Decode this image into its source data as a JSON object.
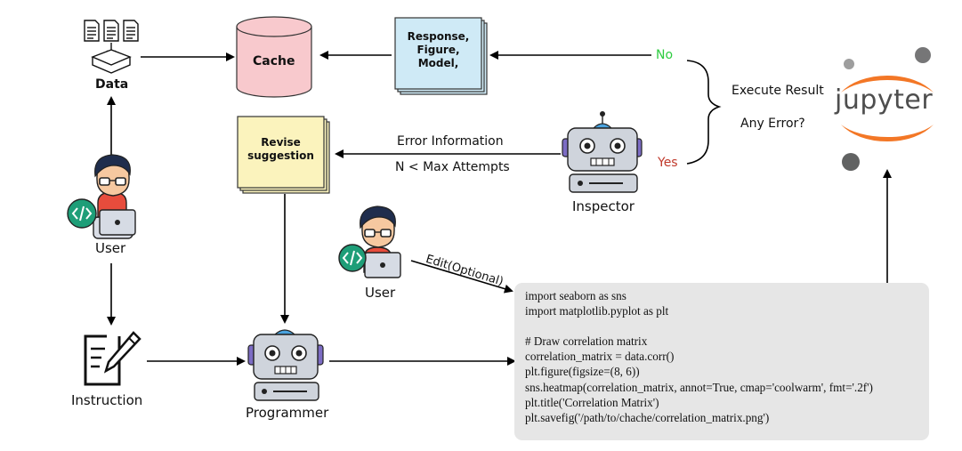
{
  "nodes": {
    "data": "Data",
    "cache": "Cache",
    "user_top": "User",
    "user_mid": "User",
    "instruction": "Instruction",
    "programmer": "Programmer",
    "inspector": "Inspector",
    "jupyter": "jupyter"
  },
  "notes": {
    "response": [
      "Response,",
      "Figure,",
      "Model,"
    ],
    "revise": [
      "Revise",
      "suggestion"
    ]
  },
  "edges": {
    "no": "No",
    "yes": "Yes",
    "execute_result": "Execute Result",
    "any_error": "Any Error?",
    "error_information": "Error Information",
    "max_attempts": "N < Max Attempts",
    "edit_optional": "Edit(Optional)"
  },
  "code_lines": [
    "import seaborn as sns",
    "import matplotlib.pyplot as plt",
    "",
    "# Draw correlation matrix",
    "correlation_matrix = data.corr()",
    "plt.figure(figsize=(8, 6))",
    "sns.heatmap(correlation_matrix, annot=True, cmap='coolwarm', fmt='.2f')",
    "plt.title('Correlation Matrix')",
    "plt.savefig('/path/to/chache/correlation_matrix.png')"
  ],
  "colors": {
    "cache_fill": "#f8c9cd",
    "response_fill": "#cfeaf6",
    "revise_fill": "#fbf3bd",
    "yes": "#c0392b",
    "no": "#2ecc40",
    "jupyter_orange": "#f37726",
    "code_bg": "#e6e6e6"
  }
}
